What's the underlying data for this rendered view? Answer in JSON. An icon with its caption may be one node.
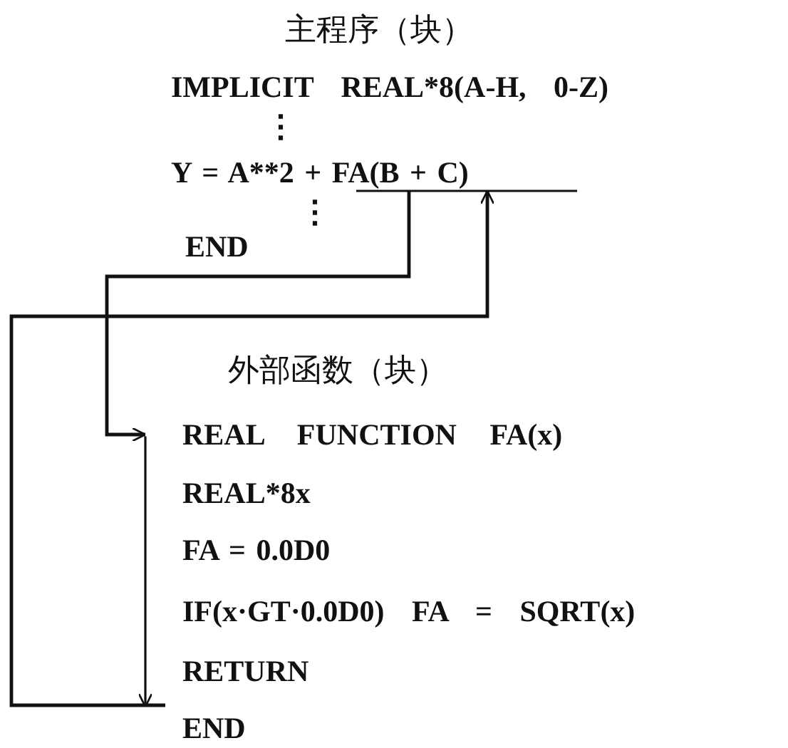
{
  "diagram": {
    "nodes": [
      {
        "text": [
          "主程序（块）"
        ]
      },
      {
        "text": [
          "IMPLICIT REAL*8(A-H, 0-Z)"
        ]
      },
      {
        "text": [
          "Y = A**2 + FA(B + C)"
        ]
      },
      {
        "text": [
          "END"
        ]
      },
      {
        "text": [
          "外部函数（块）"
        ]
      },
      {
        "text": [
          "REAL FUNCTION FA(x)"
        ]
      },
      {
        "text": [
          "REAL*8x"
        ]
      },
      {
        "text": [
          "FA = 0.0D0"
        ]
      },
      {
        "text": [
          "IF(x·GT·0.0D0) FA = SQRT(x)"
        ]
      },
      {
        "text": [
          "RETURN"
        ]
      },
      {
        "text": [
          "END"
        ]
      }
    ],
    "edges": [
      {
        "from": 2,
        "to": 5,
        "arrow": "to"
      },
      {
        "from": 5,
        "to": 9,
        "arrow": "to"
      },
      {
        "from": 9,
        "to": 2,
        "arrow": "to"
      }
    ],
    "labels": [
      "⋮",
      "⋮"
    ]
  }
}
